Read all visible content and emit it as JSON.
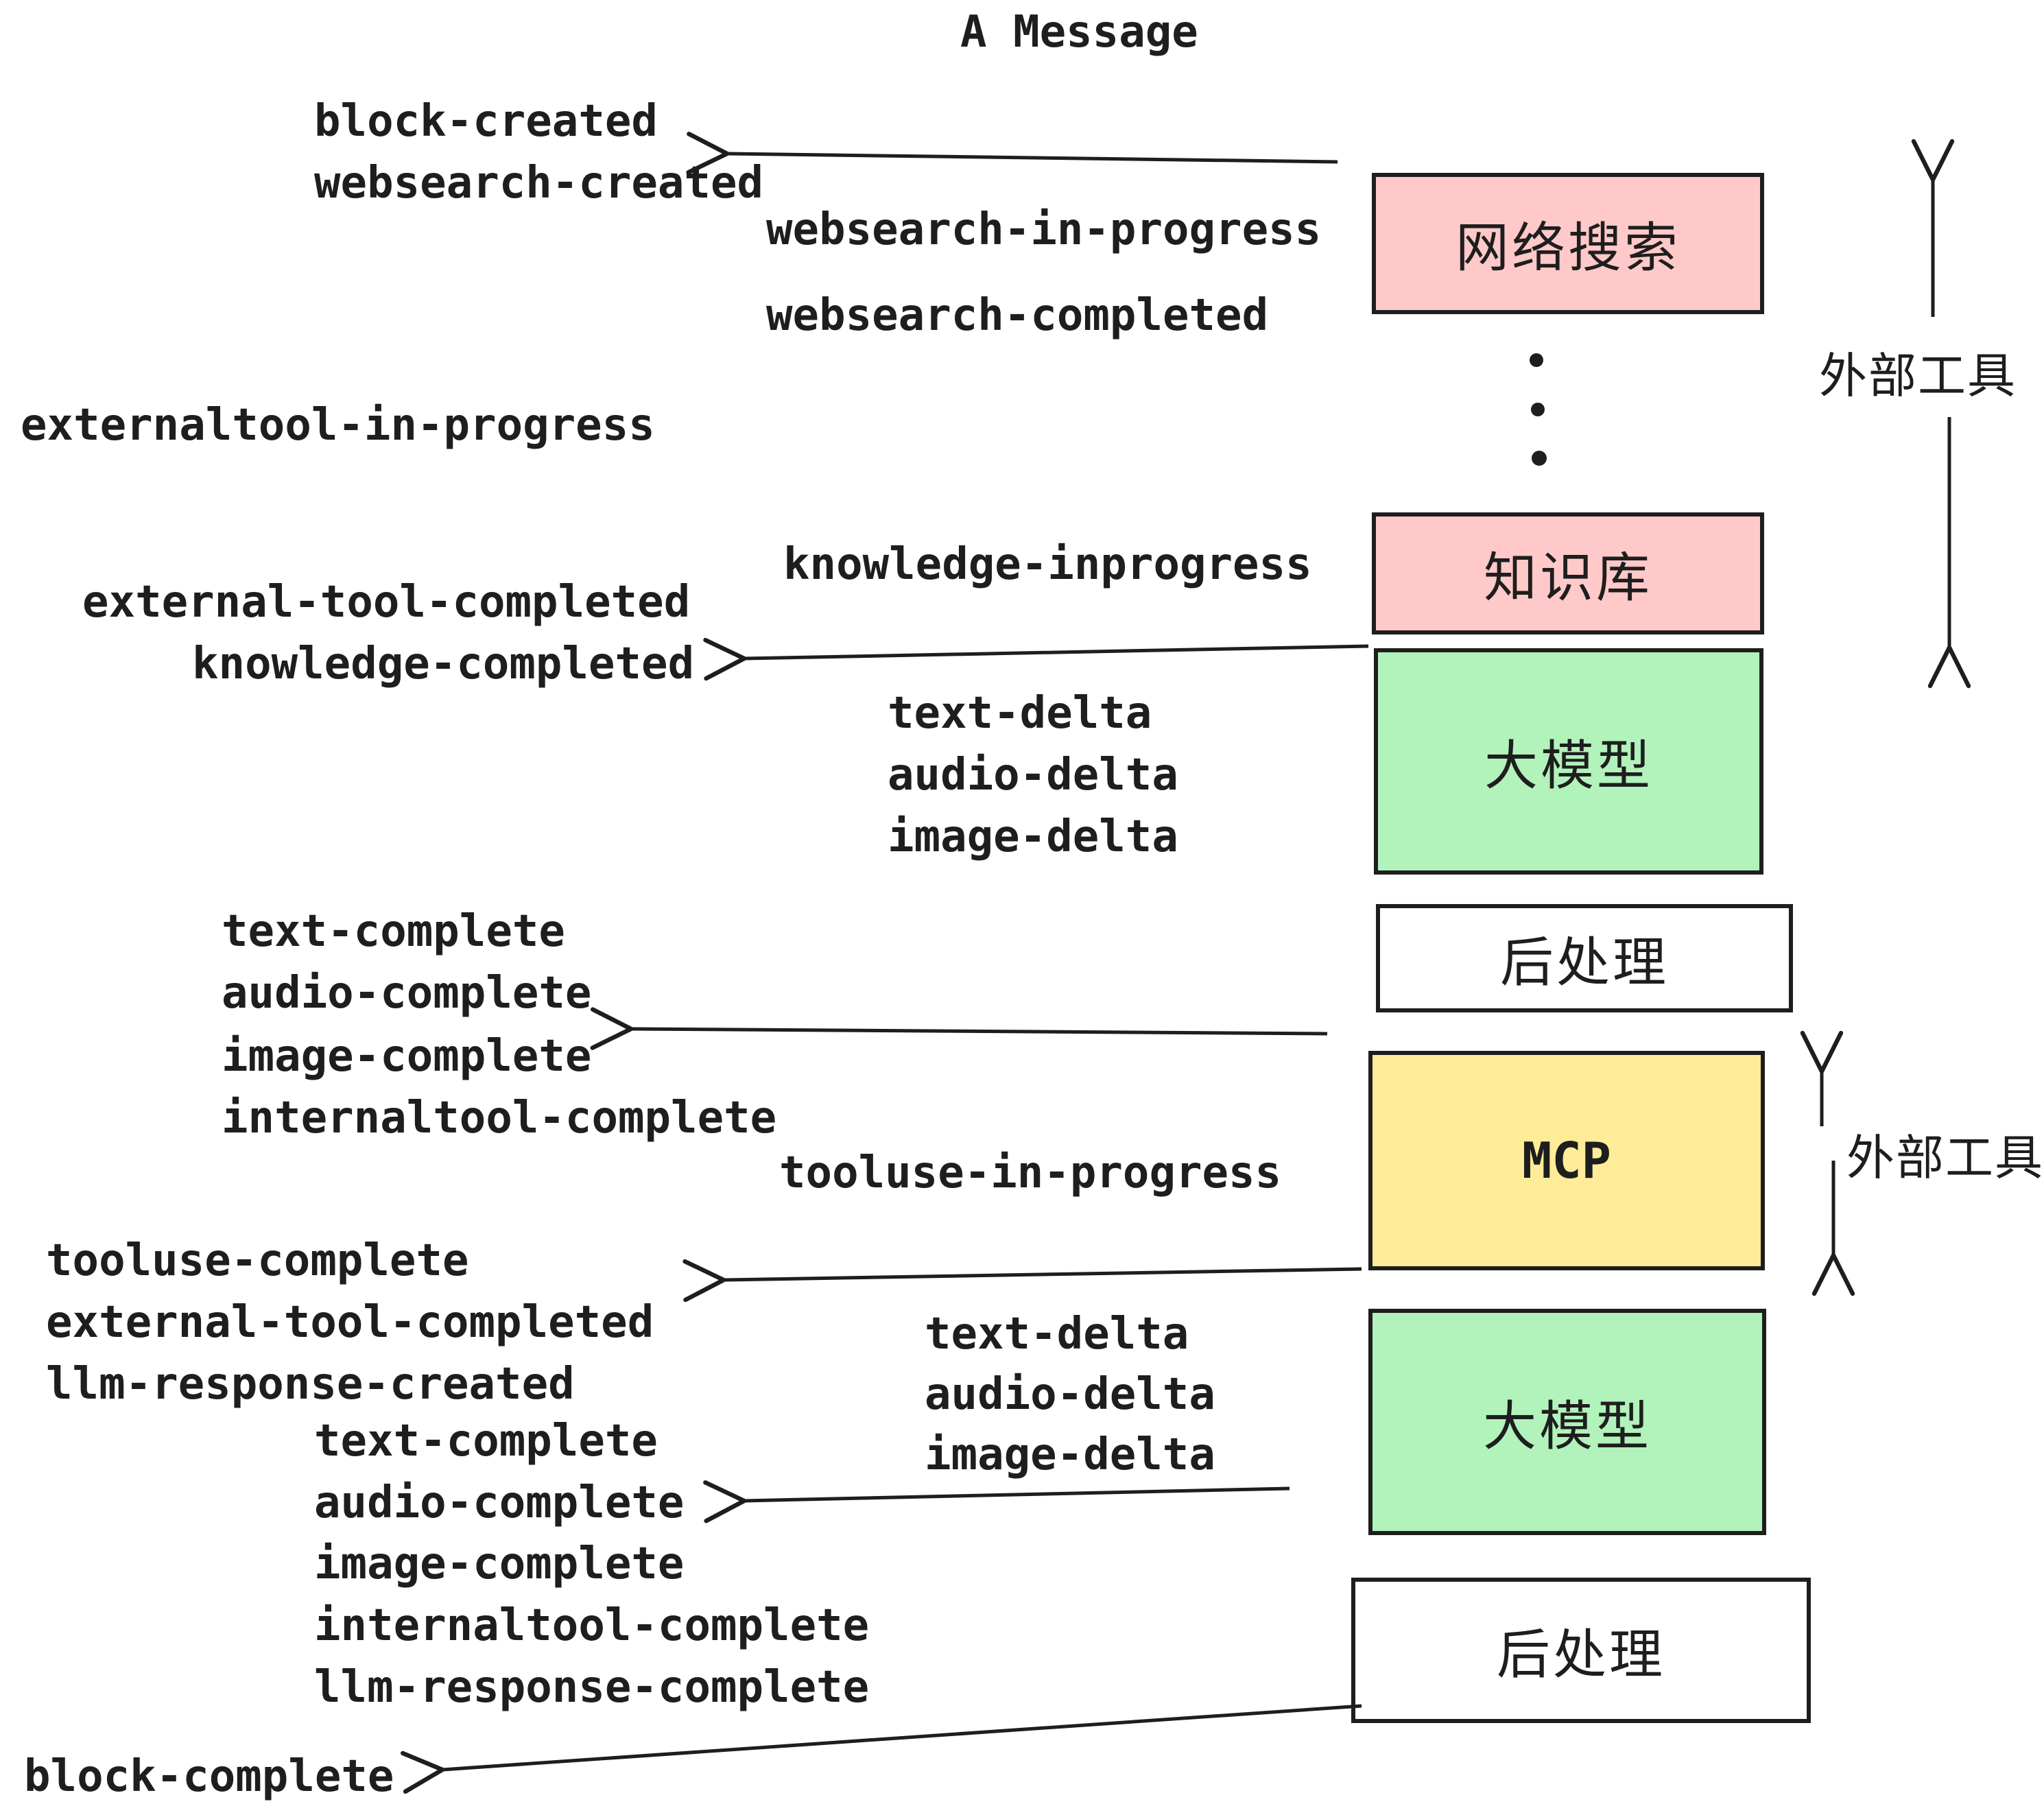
{
  "title": "A Message",
  "events": {
    "block_created": "block-created",
    "websearch_created": "websearch-created",
    "websearch_in_progress": "websearch-in-progress",
    "websearch_completed": "websearch-completed",
    "externaltool_in_progress": "externaltool-in-progress",
    "knowledge_inprogress": "knowledge-inprogress",
    "external_tool_completed": "external-tool-completed",
    "knowledge_completed": "knowledge-completed",
    "text_delta": "text-delta",
    "audio_delta": "audio-delta",
    "image_delta": "image-delta",
    "text_complete": "text-complete",
    "audio_complete": "audio-complete",
    "image_complete": "image-complete",
    "internaltool_complete": "internaltool-complete",
    "tooluse_in_progress": "tooluse-in-progress",
    "tooluse_complete": "tooluse-complete",
    "llm_response_created": "llm-response-created",
    "llm_response_complete": "llm-response-complete",
    "block_complete": "block-complete"
  },
  "boxes": {
    "websearch": "网络搜索",
    "knowledge": "知识库",
    "llm": "大模型",
    "postprocess": "后处理",
    "mcp": "MCP"
  },
  "annotations": {
    "external_tools": "外部工具"
  },
  "colors": {
    "pink": "#ffc9c9",
    "green": "#b2f2bb",
    "yellow": "#ffec99",
    "white": "#ffffff",
    "stroke": "#1e1e1e"
  }
}
